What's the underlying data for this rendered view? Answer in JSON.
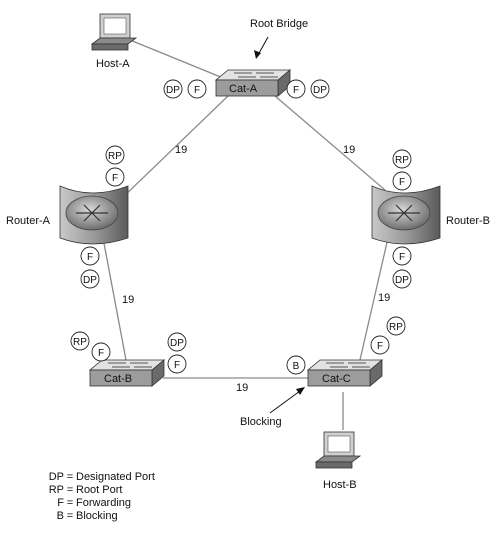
{
  "root_bridge_label": "Root Bridge",
  "switches": {
    "cat_a": "Cat-A",
    "cat_b": "Cat-B",
    "cat_c": "Cat-C"
  },
  "routers": {
    "router_a": "Router-A",
    "router_b": "Router-B"
  },
  "hosts": {
    "host_a": "Host-A",
    "host_b": "Host-B"
  },
  "link_costs": {
    "cat_a_router_a": "19",
    "cat_a_router_b": "19",
    "router_a_cat_b": "19",
    "router_b_cat_c": "19",
    "cat_b_cat_c": "19"
  },
  "ports": {
    "cat_a_left_dp": "DP",
    "cat_a_left_f": "F",
    "cat_a_right_f": "F",
    "cat_a_right_dp": "DP",
    "router_a_top_rp": "RP",
    "router_a_top_f": "F",
    "router_a_bottom_f": "F",
    "router_a_bottom_dp": "DP",
    "router_b_top_rp": "RP",
    "router_b_top_f": "F",
    "router_b_bottom_f": "F",
    "router_b_bottom_dp": "DP",
    "cat_b_rp": "RP",
    "cat_b_f_left": "F",
    "cat_b_dp": "DP",
    "cat_b_f_right": "F",
    "cat_c_rp": "RP",
    "cat_c_f": "F",
    "cat_c_b": "B"
  },
  "blocking_label": "Blocking",
  "legend": [
    {
      "code": "DP",
      "meaning": "Designated Port"
    },
    {
      "code": "RP",
      "meaning": "Root Port"
    },
    {
      "code": "F",
      "meaning": "Forwarding"
    },
    {
      "code": "B",
      "meaning": "Blocking"
    }
  ]
}
